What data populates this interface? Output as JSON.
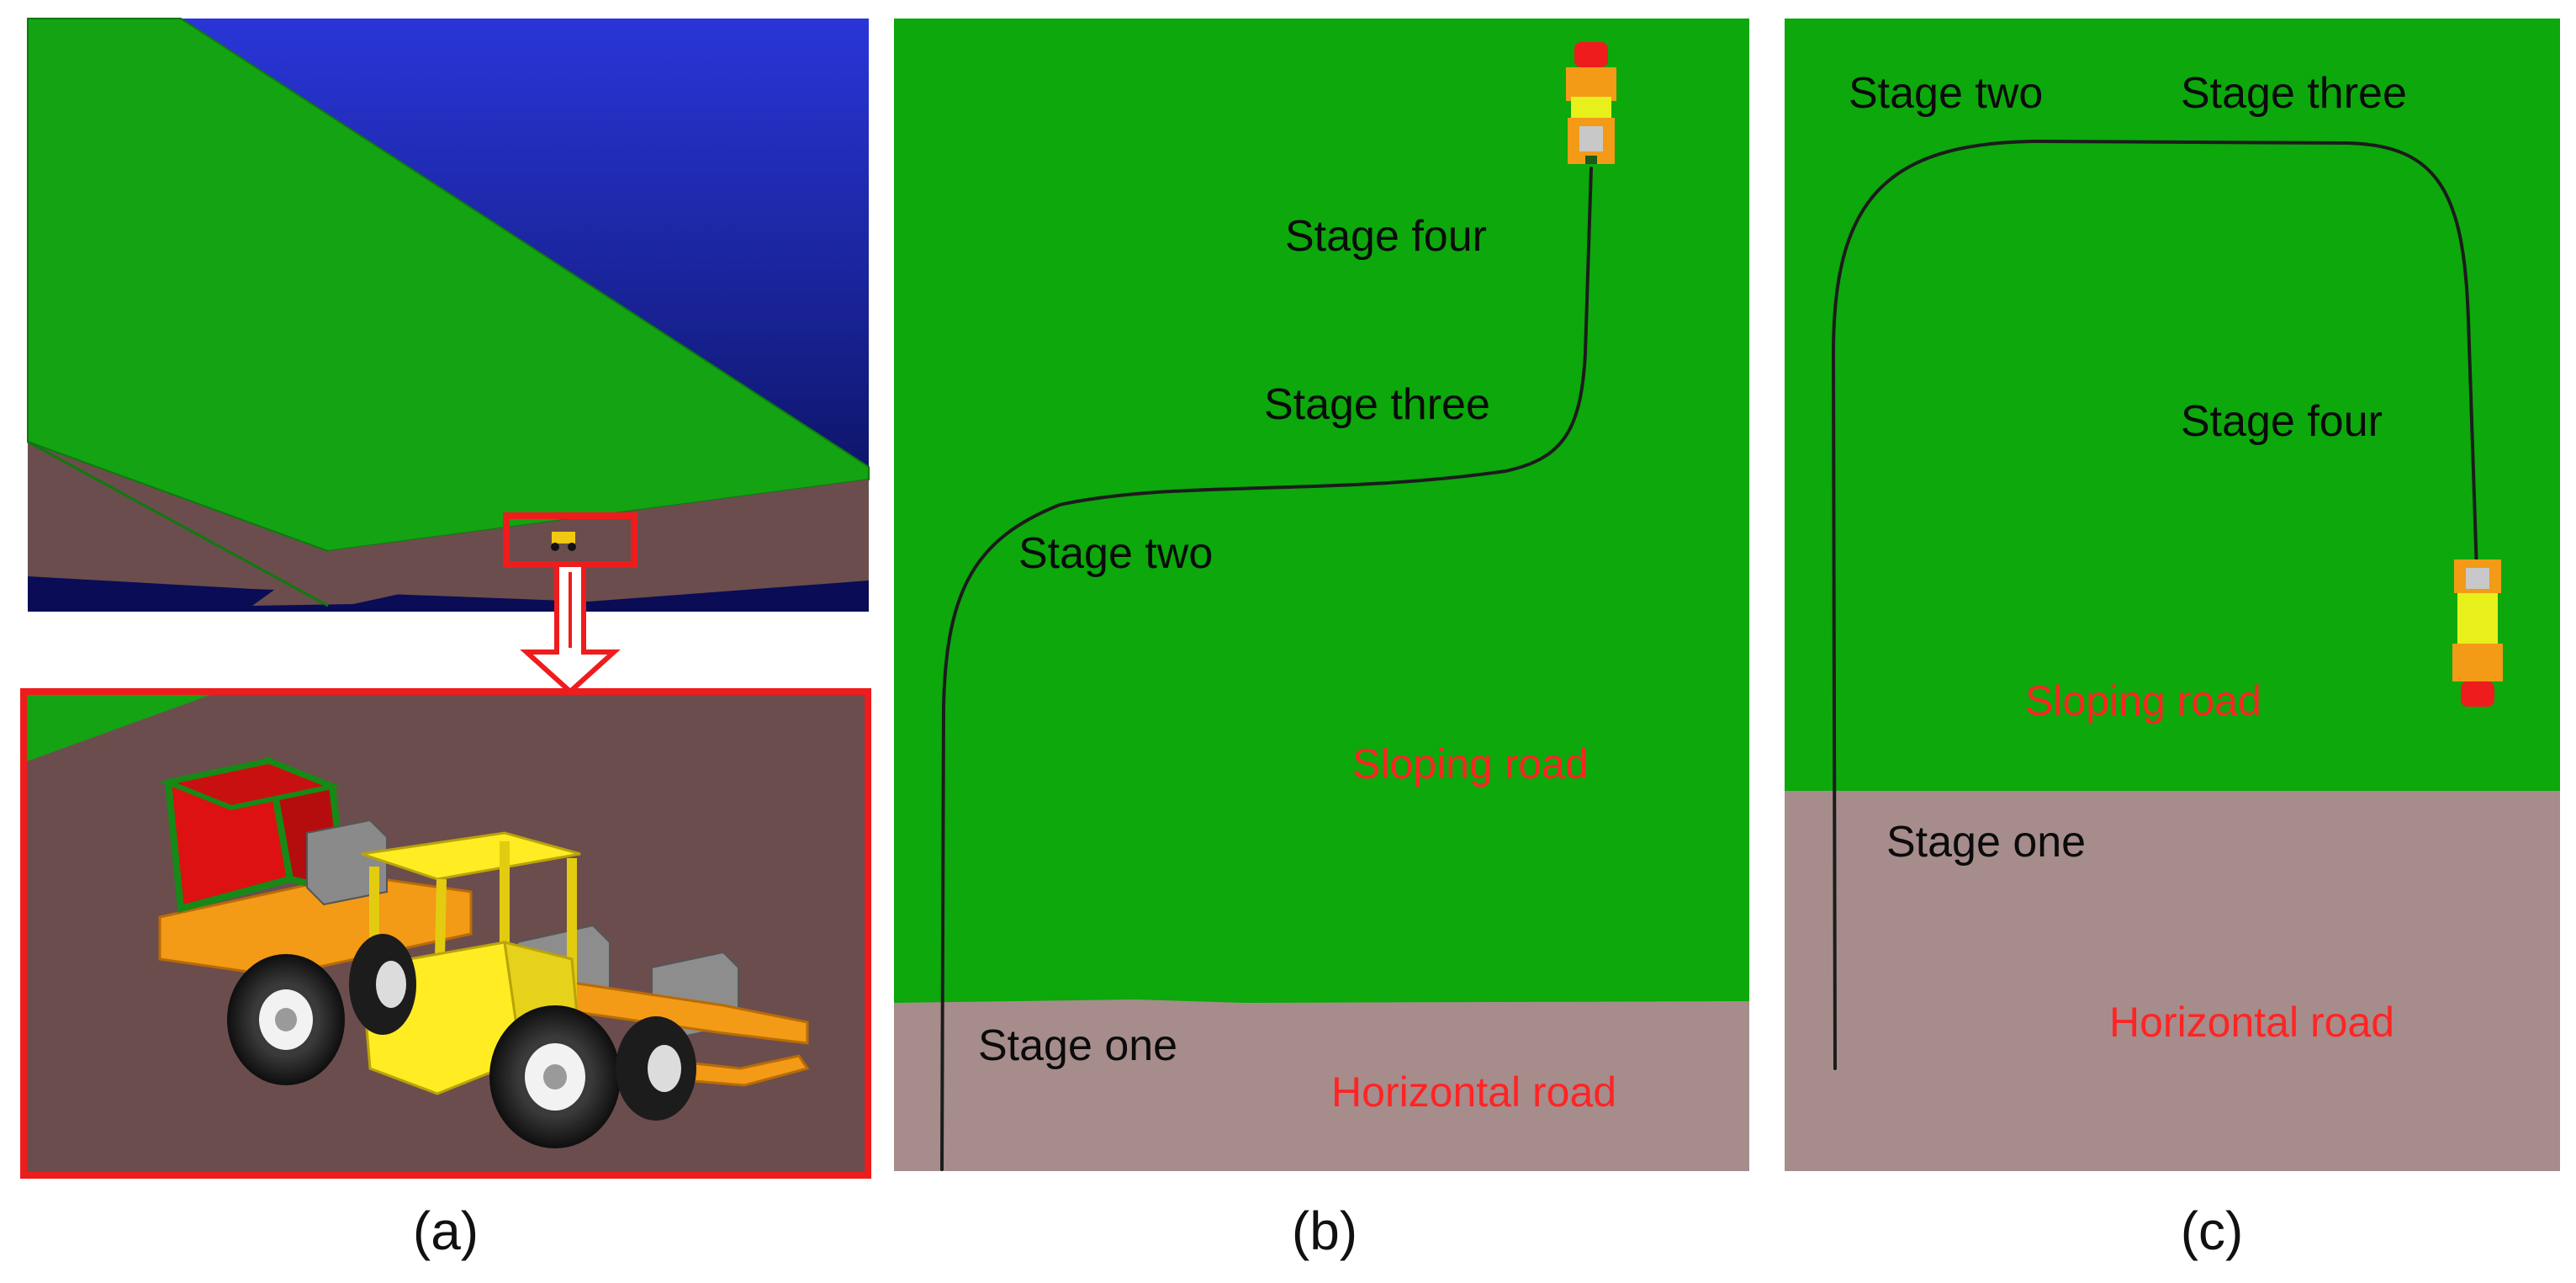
{
  "panels": {
    "a": {
      "caption": "(a)",
      "colors": {
        "sky": "#1c27c4",
        "slope_green": "#13a313",
        "ground_brown": "#6b4d4d",
        "highlight_red": "#ee1c1c",
        "vehicle_yellow": "#ffee22",
        "vehicle_orange": "#f6a21a",
        "cab_red": "#e01414"
      },
      "icons": [
        "zoom-arrow-icon",
        "mining-vehicle-icon"
      ]
    },
    "b": {
      "caption": "(b)",
      "labels": {
        "stage_four": "Stage four",
        "stage_three": "Stage three",
        "stage_two": "Stage two",
        "stage_one": "Stage one",
        "sloping_road": "Sloping road",
        "horizontal_road": "Horizontal road"
      },
      "colors": {
        "sloping": "#0ca80c",
        "horizontal": "#a78c8c"
      }
    },
    "c": {
      "caption": "(c)",
      "labels": {
        "stage_two": "Stage two",
        "stage_three": "Stage three",
        "stage_four": "Stage four",
        "stage_one": "Stage one",
        "sloping_road": "Sloping road",
        "horizontal_road": "Horizontal road"
      },
      "colors": {
        "sloping": "#0ca80c",
        "horizontal": "#a78c8c"
      }
    }
  }
}
